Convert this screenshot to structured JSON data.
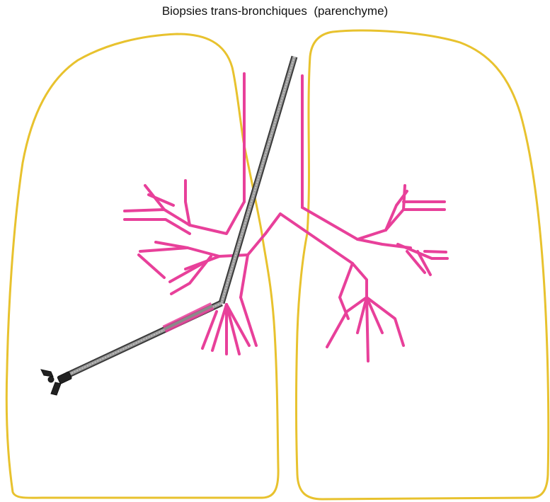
{
  "title": "Biopsies trans-bronchiques  (parenchyme)",
  "colors": {
    "lung_outline": "#e8c22e",
    "bronchi": "#e8409a",
    "bronchoscope_tube": "#8a8a8a",
    "bronchoscope_edge": "#3a3a3a",
    "forceps": "#222222"
  },
  "elements": [
    "left-lung",
    "right-lung",
    "bronchial-tree",
    "bronchoscope",
    "biopsy-forceps"
  ]
}
